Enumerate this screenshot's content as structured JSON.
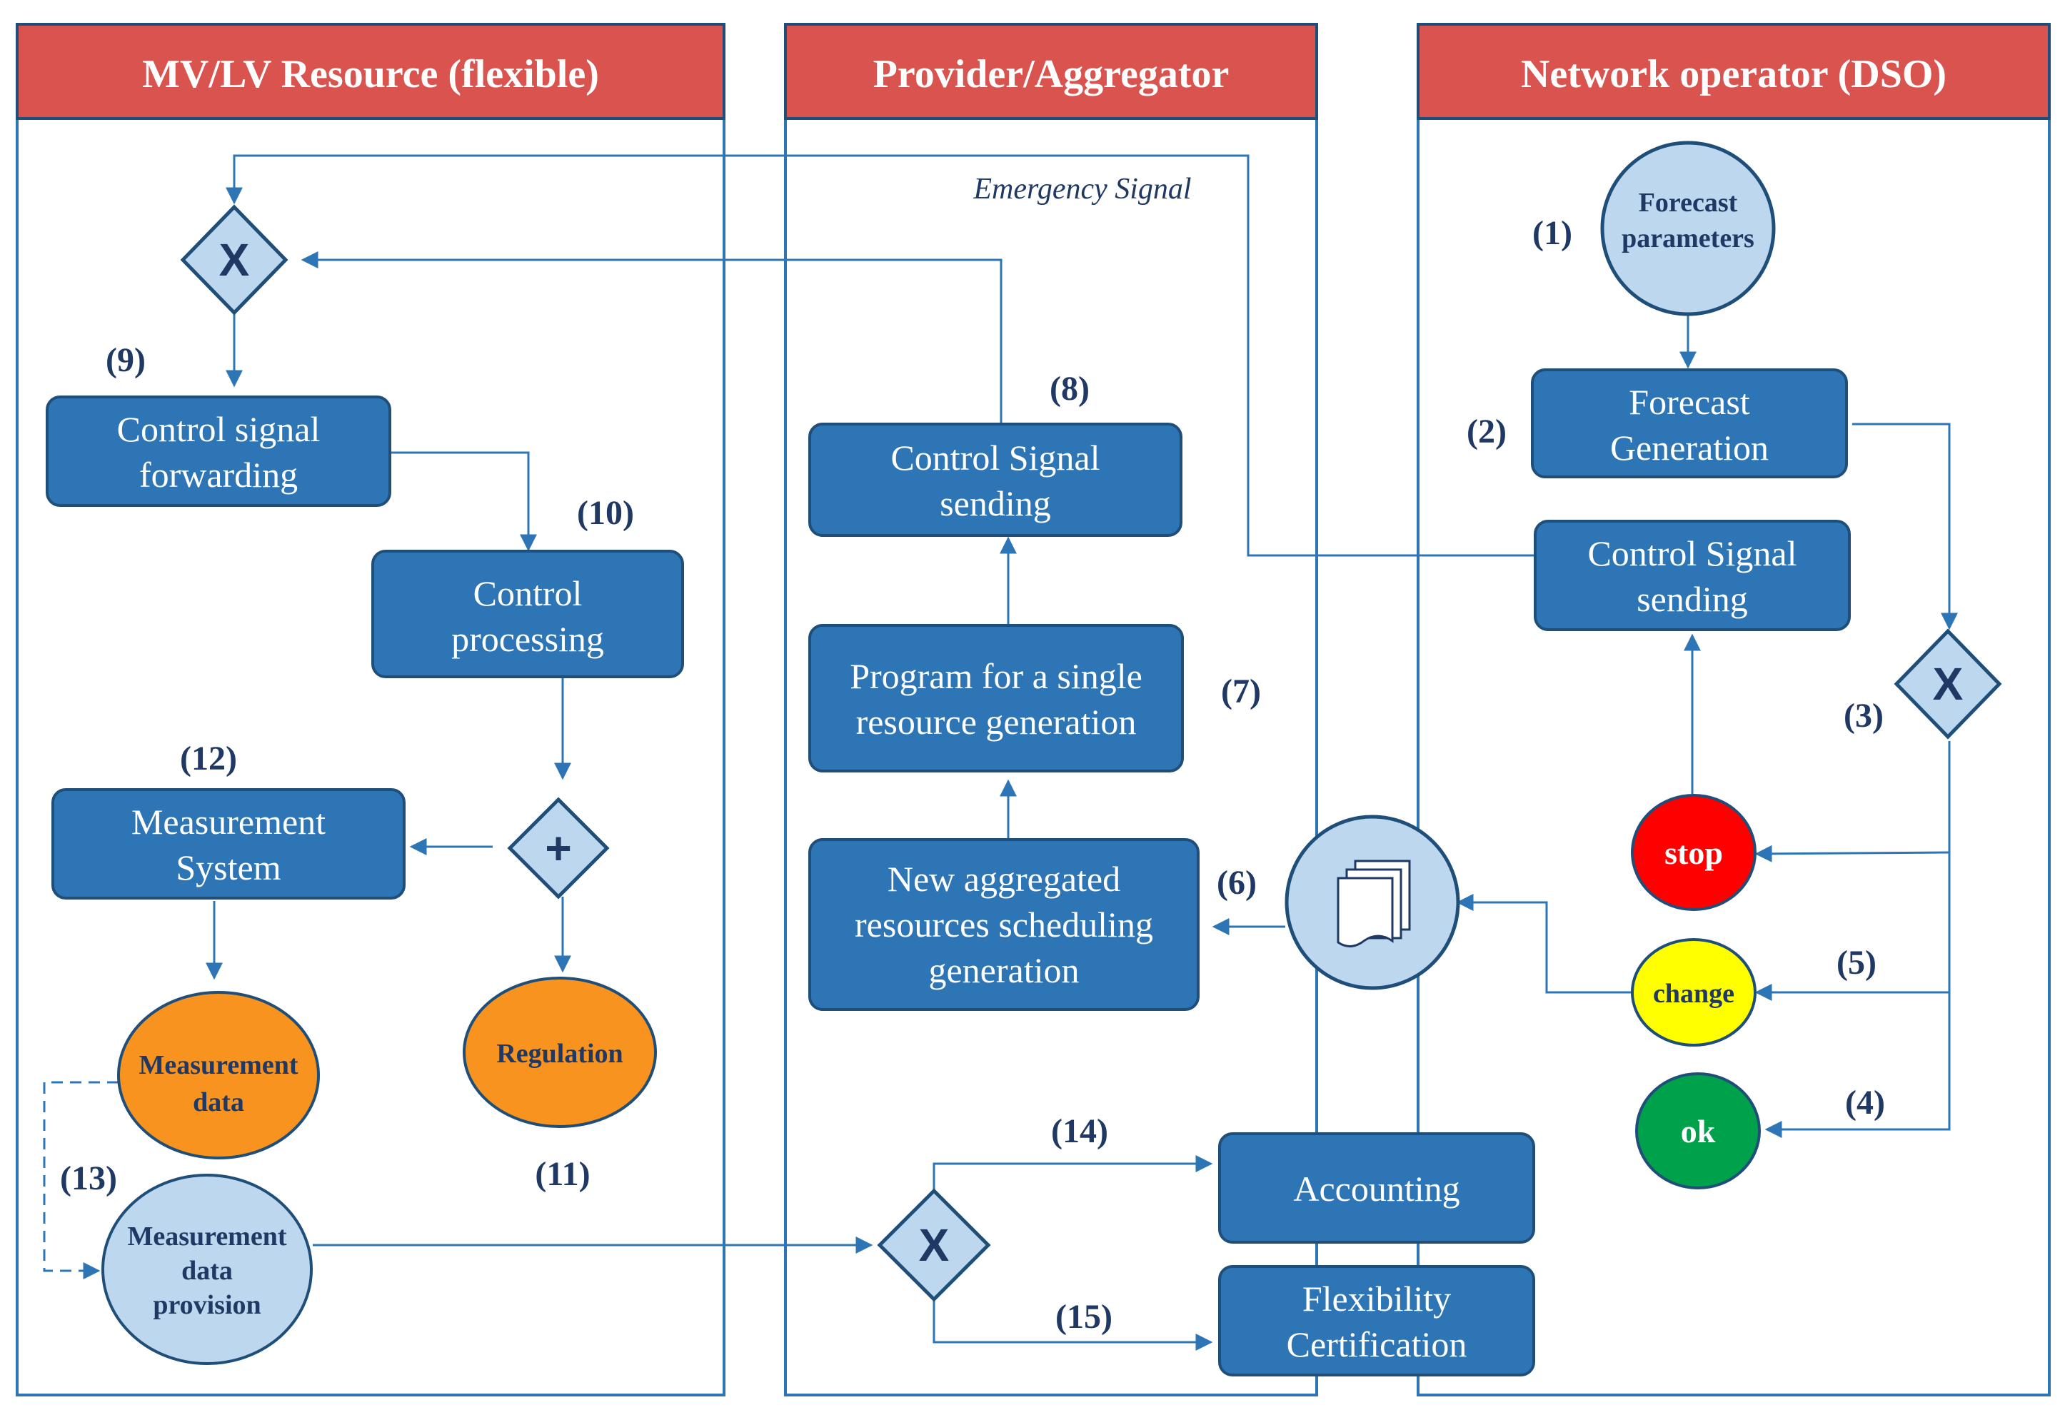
{
  "lanes": {
    "resource": "MV/LV Resource (flexible)",
    "provider": "Provider/Aggregator",
    "dso": "Network operator (DSO)"
  },
  "labels": {
    "emergency": "Emergency Signal"
  },
  "boxes": {
    "control_forwarding": [
      "Control signal",
      "forwarding"
    ],
    "control_processing": [
      "Control",
      "processing"
    ],
    "measurement_system": [
      "Measurement",
      "System"
    ],
    "provider_control_sending": [
      "Control Signal",
      "sending"
    ],
    "program_single": [
      "Program for a single",
      "resource generation"
    ],
    "new_aggregated": [
      "New aggregated",
      "resources scheduling",
      "generation"
    ],
    "accounting": [
      "Accounting"
    ],
    "flex_cert": [
      "Flexibility",
      "Certification"
    ],
    "forecast_generation": [
      "Forecast",
      "Generation"
    ],
    "dso_control_sending": [
      "Control Signal",
      "sending"
    ]
  },
  "circles": {
    "forecast_params": [
      "Forecast",
      "parameters"
    ],
    "measurement_data": [
      "Measurement",
      "data"
    ],
    "measurement_provision": [
      "Measurement",
      "data",
      "provision"
    ],
    "regulation": [
      "Regulation"
    ],
    "stop": "stop",
    "change": "change",
    "ok": "ok"
  },
  "gateways": {
    "exclusive": "X",
    "parallel": "+"
  },
  "numbers": {
    "n1": "(1)",
    "n2": "(2)",
    "n3": "(3)",
    "n4": "(4)",
    "n5": "(5)",
    "n6": "(6)",
    "n7": "(7)",
    "n8": "(8)",
    "n9": "(9)",
    "n10": "(10)",
    "n11": "(11)",
    "n12": "(12)",
    "n13": "(13)",
    "n14": "(14)",
    "n15": "(15)"
  },
  "colors": {
    "lane_header": "#d9534f",
    "box_fill": "#2e75b6",
    "box_stroke": "#1f4e79",
    "light_circle": "#bdd7ee",
    "orange": "#f7931e",
    "stop": "#ff0000",
    "change": "#ffff00",
    "ok": "#00a14b"
  }
}
